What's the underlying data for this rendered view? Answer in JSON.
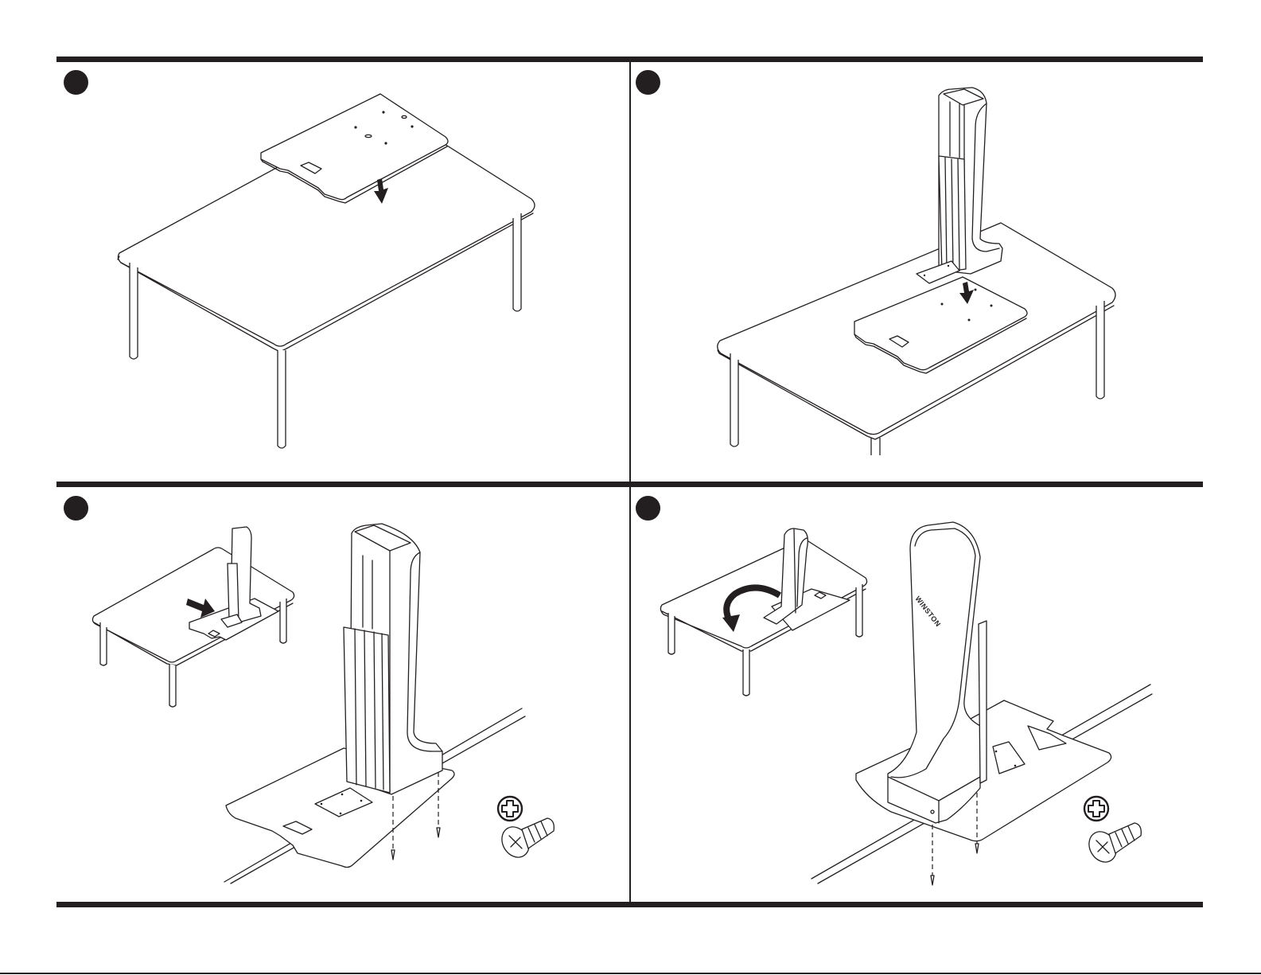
{
  "document": {
    "type": "assembly-instructions",
    "panel_count": 4,
    "frame_color": "#231f20"
  },
  "steps": [
    {
      "index": 1,
      "marker": "step-dot",
      "action": "place-base-plate-on-desk",
      "arrow": "down-arrow"
    },
    {
      "index": 2,
      "marker": "step-dot",
      "action": "lower-column-onto-base-plate",
      "arrow": "down-arrow"
    },
    {
      "index": 3,
      "marker": "step-dot",
      "action": "slide-base-to-desk-edge-and-fasten",
      "arrow": "right-arrow",
      "fastener": "phillips-flat-head-screw",
      "screw_count": 2
    },
    {
      "index": 4,
      "marker": "step-dot",
      "action": "rotate-column-and-fasten",
      "arrow": "rotate-arrow",
      "fastener": "phillips-flat-head-screw",
      "screw_count": 2
    }
  ],
  "brand": {
    "text": "WINSTON"
  }
}
